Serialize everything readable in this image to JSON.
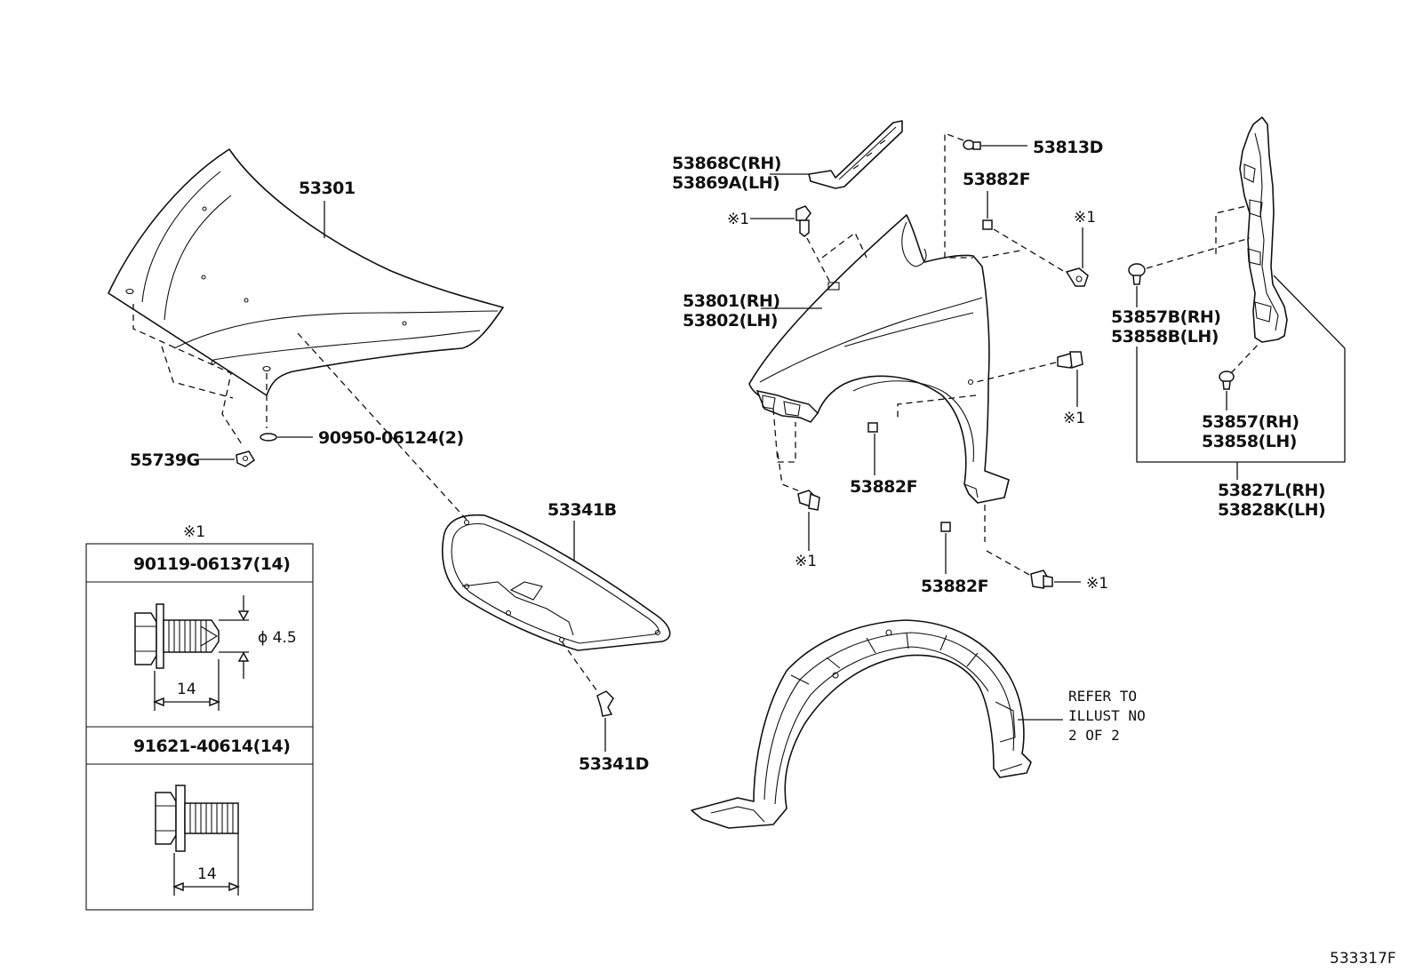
{
  "labels": {
    "hood": "53301",
    "hood_washer": "90950-06124(2)",
    "hood_clip": "55739G",
    "insulator": "53341B",
    "insulator_clip": "53341D",
    "seal_rh": "53868C(RH)",
    "seal_lh": "53869A(LH)",
    "fender_rh": "53801(RH)",
    "fender_lh": "53802(LH)",
    "bolt_top": "53813D",
    "nut_top": "53882F",
    "nut_mid": "53882F",
    "nut_bottom": "53882F",
    "clip_b_rh": "53857B(RH)",
    "clip_b_lh": "53858B(LH)",
    "clip_rh": "53857(RH)",
    "clip_lh": "53858(LH)",
    "bracket_rh": "53827L(RH)",
    "bracket_lh": "53828K(LH)",
    "ref1": "※1",
    "refer_line1": "REFER TO",
    "refer_line2": "ILLUST NO",
    "refer_line3": "2 OF 2",
    "figure_id": "533317F"
  },
  "legend": {
    "title": "※1",
    "item1_part": "90119-06137(14)",
    "item1_diameter": "ϕ 4.5",
    "item1_length": "14",
    "item2_part": "91621-40614(14)",
    "item2_length": "14"
  }
}
